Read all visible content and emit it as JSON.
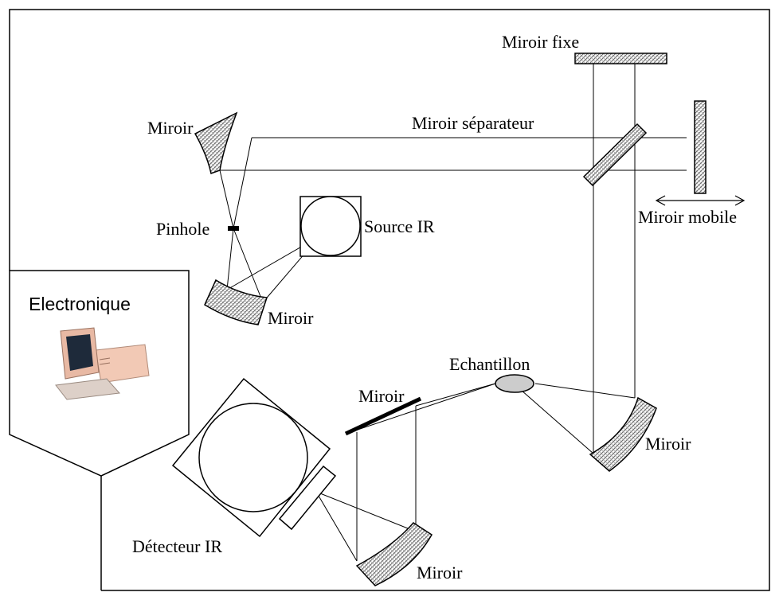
{
  "labels": {
    "miroir_fixe": "Miroir fixe",
    "miroir_separateur": "Miroir séparateur",
    "miroir_mobile": "Miroir mobile",
    "source_ir": "Source IR",
    "pinhole": "Pinhole",
    "miroir_top_left": "Miroir",
    "miroir_bottom_left": "Miroir",
    "echantillon": "Echantillon",
    "miroir_flat": "Miroir",
    "miroir_right": "Miroir",
    "miroir_bottom": "Miroir",
    "detecteur_ir": "Détecteur IR",
    "electronique": "Electronique"
  },
  "colors": {
    "computer_case": "#f2c9b5",
    "screen": "#1e2a3a",
    "sample": "#cccccc",
    "mirror_hatch": "#808080"
  },
  "icons": {
    "computer": "desktop-computer-icon"
  }
}
